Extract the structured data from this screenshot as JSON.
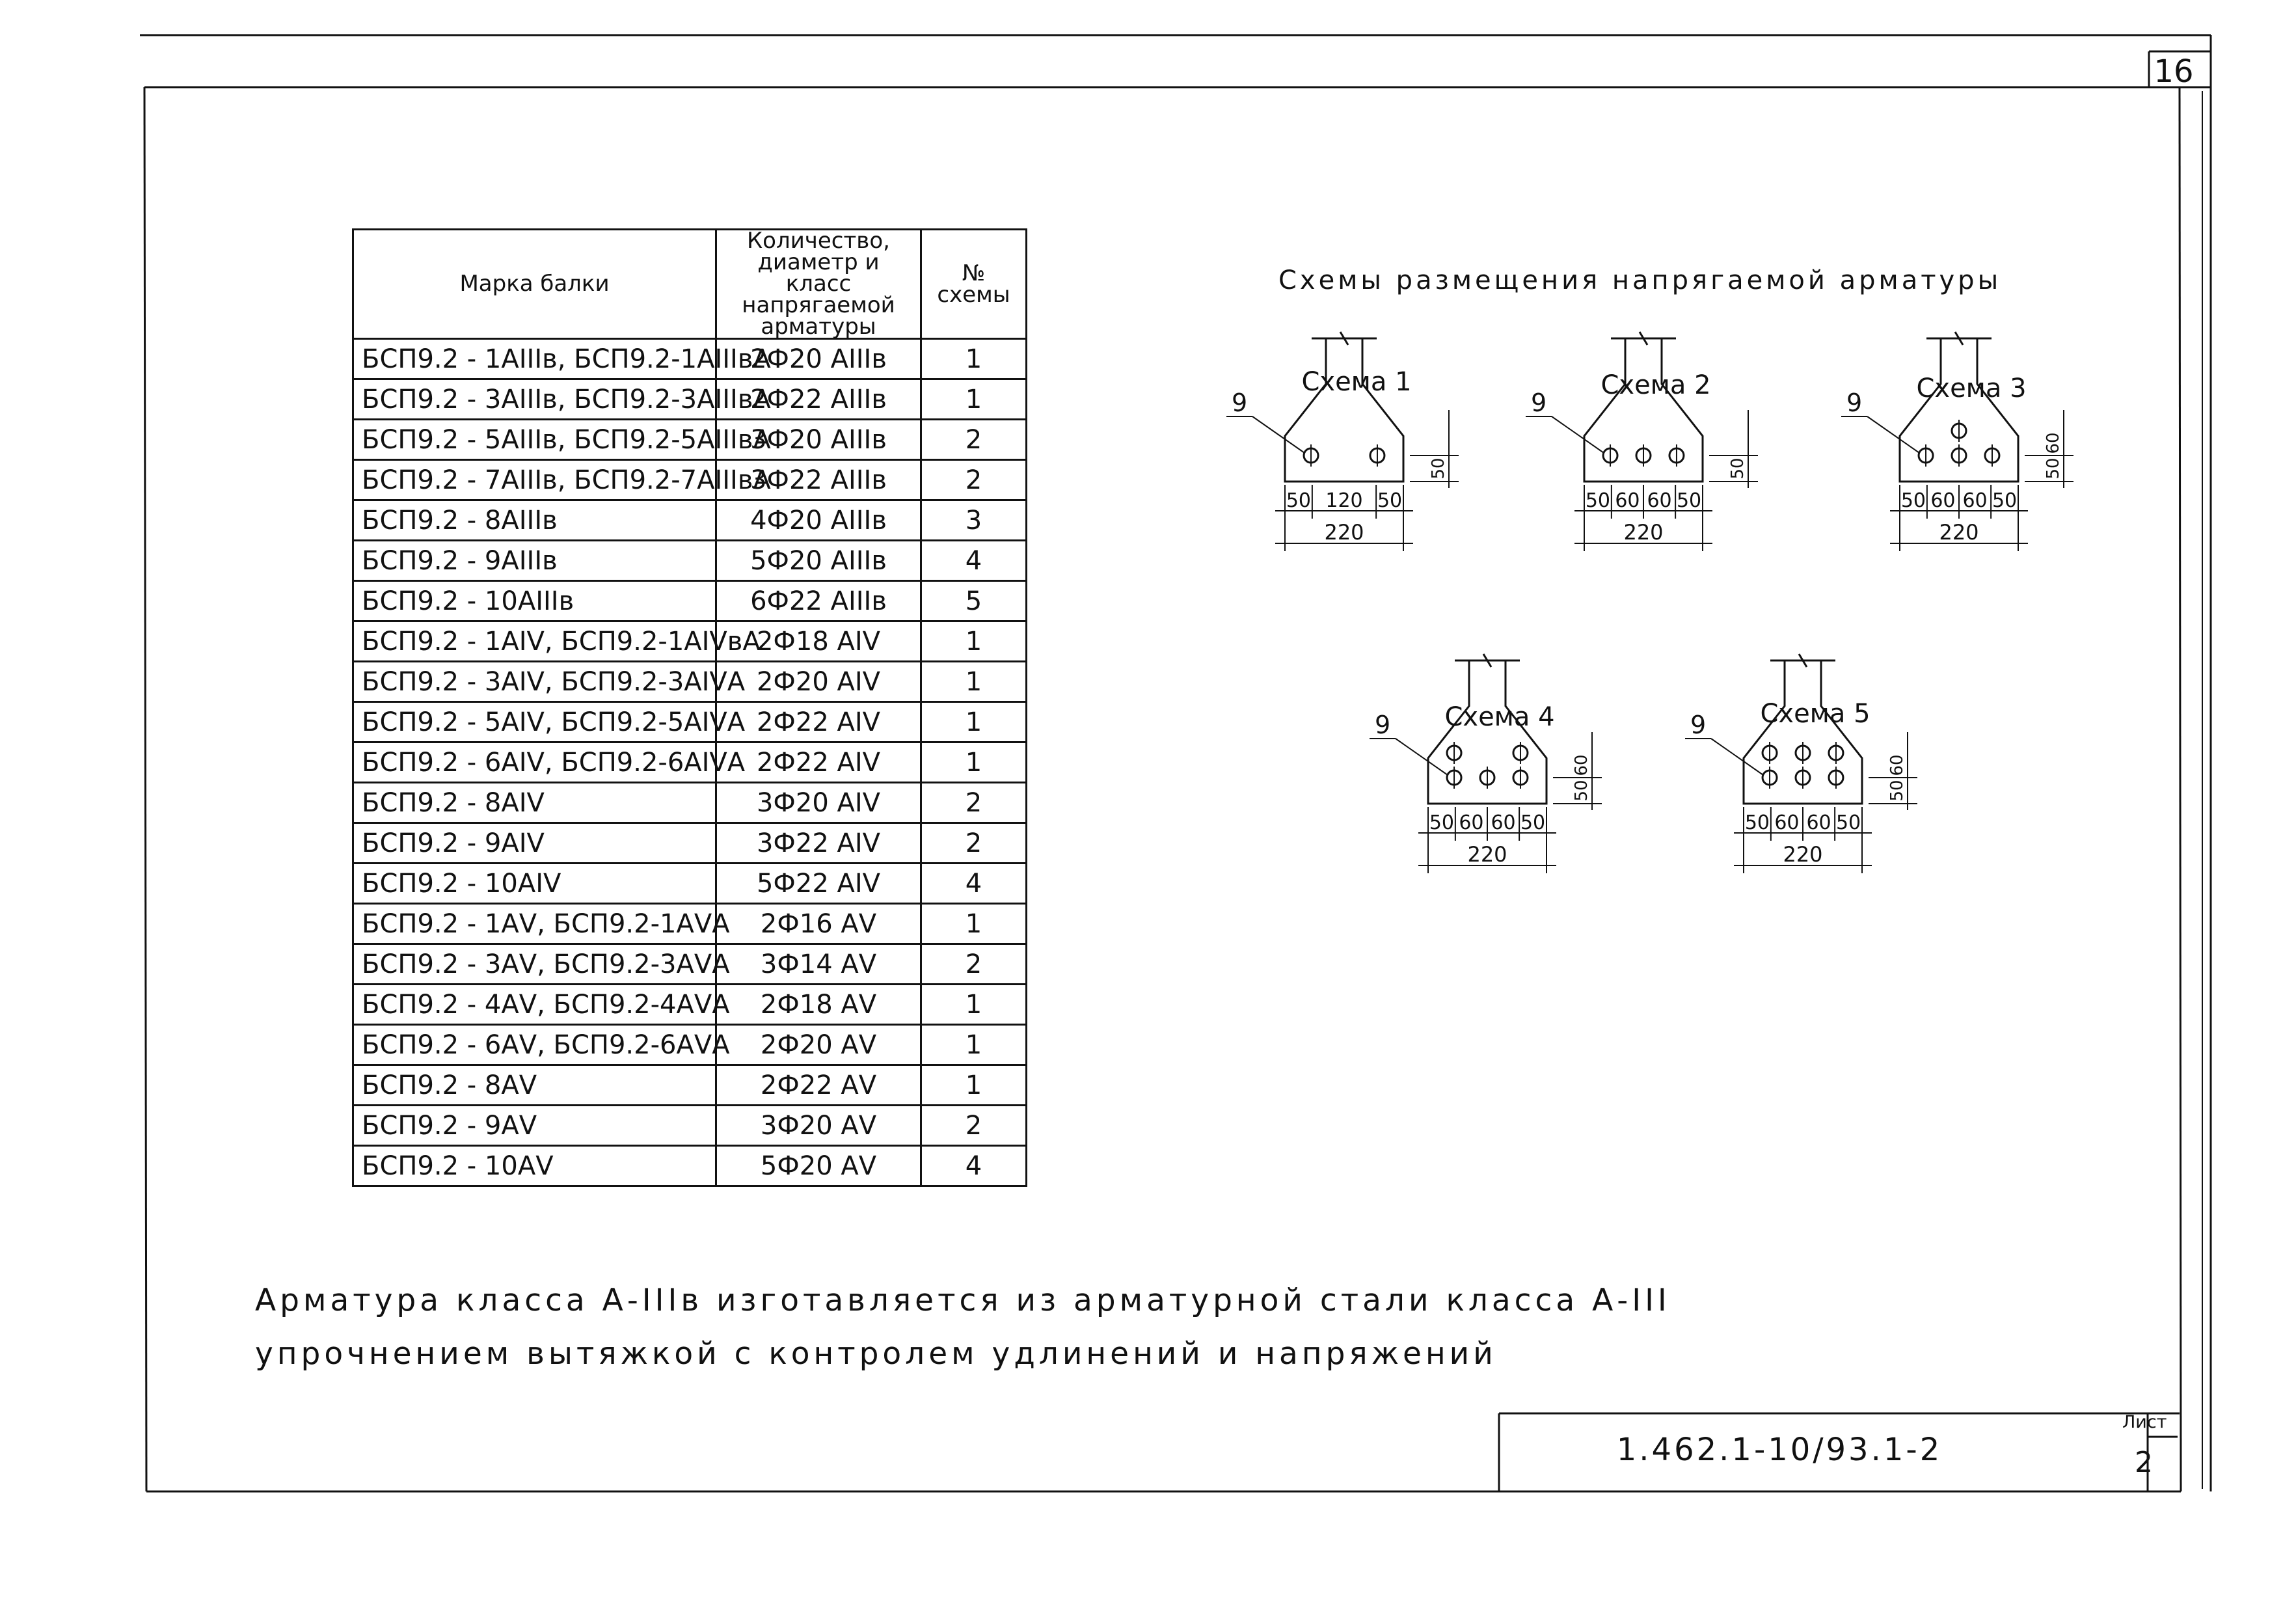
{
  "page_number": "16",
  "table": {
    "headers": {
      "mark": "Марка балки",
      "armature": "Количество, диаметр и класс напрягаемой арматуры",
      "scheme": "№ схемы"
    },
    "rows": [
      {
        "mark": "БСП9.2 - 1АIIIв, БСП9.2-1АIIIвА",
        "armature": "2Ф20 АIIIв",
        "scheme": "1"
      },
      {
        "mark": "БСП9.2 - 3АIIIв, БСП9.2-3АIIIвА",
        "armature": "2Ф22 АIIIв",
        "scheme": "1"
      },
      {
        "mark": "БСП9.2 - 5АIIIв, БСП9.2-5АIIIвА",
        "armature": "3Ф20 АIIIв",
        "scheme": "2"
      },
      {
        "mark": "БСП9.2 - 7АIIIв, БСП9.2-7АIIIвА",
        "armature": "3Ф22 АIIIв",
        "scheme": "2"
      },
      {
        "mark": "БСП9.2 - 8АIIIв",
        "armature": "4Ф20 АIIIв",
        "scheme": "3"
      },
      {
        "mark": "БСП9.2 - 9АIIIв",
        "armature": "5Ф20 АIIIв",
        "scheme": "4"
      },
      {
        "mark": "БСП9.2 - 10АIIIв",
        "armature": "6Ф22 АIIIв",
        "scheme": "5"
      },
      {
        "mark": "БСП9.2 - 1АIV, БСП9.2-1АIVвА",
        "armature": "2Ф18 АIV",
        "scheme": "1"
      },
      {
        "mark": "БСП9.2 - 3АIV, БСП9.2-3АIVА",
        "armature": "2Ф20 АIV",
        "scheme": "1"
      },
      {
        "mark": "БСП9.2 - 5АIV, БСП9.2-5АIVА",
        "armature": "2Ф22 АIV",
        "scheme": "1"
      },
      {
        "mark": "БСП9.2 - 6АIV, БСП9.2-6АIVА",
        "armature": "2Ф22 АIV",
        "scheme": "1"
      },
      {
        "mark": "БСП9.2 - 8АIV",
        "armature": "3Ф20 АIV",
        "scheme": "2"
      },
      {
        "mark": "БСП9.2 - 9АIV",
        "armature": "3Ф22 АIV",
        "scheme": "2"
      },
      {
        "mark": "БСП9.2 - 10АIV",
        "armature": "5Ф22 АIV",
        "scheme": "4"
      },
      {
        "mark": "БСП9.2 - 1АV, БСП9.2-1АVА",
        "armature": "2Ф16 АV",
        "scheme": "1"
      },
      {
        "mark": "БСП9.2 - 3АV, БСП9.2-3АVА",
        "armature": "3Ф14 АV",
        "scheme": "2"
      },
      {
        "mark": "БСП9.2 - 4АV, БСП9.2-4АVА",
        "armature": "2Ф18 АV",
        "scheme": "1"
      },
      {
        "mark": "БСП9.2 - 6АV, БСП9.2-6АVА",
        "armature": "2Ф20 АV",
        "scheme": "1"
      },
      {
        "mark": "БСП9.2 - 8АV",
        "armature": "2Ф22 АV",
        "scheme": "1"
      },
      {
        "mark": "БСП9.2 - 9АV",
        "armature": "3Ф20 АV",
        "scheme": "2"
      },
      {
        "mark": "БСП9.2 - 10АV",
        "armature": "5Ф20 АV",
        "scheme": "4"
      }
    ]
  },
  "schemes": {
    "title": "Схемы размещения напрягаемой арматуры",
    "items": [
      {
        "label": "Схема 1",
        "pointer": "9",
        "dims_bottom": [
          "50",
          "120",
          "50"
        ],
        "total": "220",
        "dims_side": [
          "50"
        ]
      },
      {
        "label": "Схема 2",
        "pointer": "9",
        "dims_bottom": [
          "50",
          "60",
          "60",
          "50"
        ],
        "total": "220",
        "dims_side": [
          "50"
        ]
      },
      {
        "label": "Схема 3",
        "pointer": "9",
        "dims_bottom": [
          "50",
          "60",
          "60",
          "50"
        ],
        "total": "220",
        "dims_side": [
          "50",
          "60"
        ]
      },
      {
        "label": "Схема 4",
        "pointer": "9",
        "dims_bottom": [
          "50",
          "60",
          "60",
          "50"
        ],
        "total": "220",
        "dims_side": [
          "50",
          "60"
        ]
      },
      {
        "label": "Схема 5",
        "pointer": "9",
        "dims_bottom": [
          "50",
          "60",
          "60",
          "50"
        ],
        "total": "220",
        "dims_side": [
          "50",
          "60"
        ]
      }
    ]
  },
  "note": {
    "line1": "Арматура класса А-IIIв изготавляется из арматурной стали класса А-III",
    "line2": "упрочнением вытяжкой с контролем удлинений и напряжений"
  },
  "title_block": {
    "code": "1.462.1-10/93.1-2",
    "sheet_label": "Лист",
    "sheet_number": "2"
  }
}
